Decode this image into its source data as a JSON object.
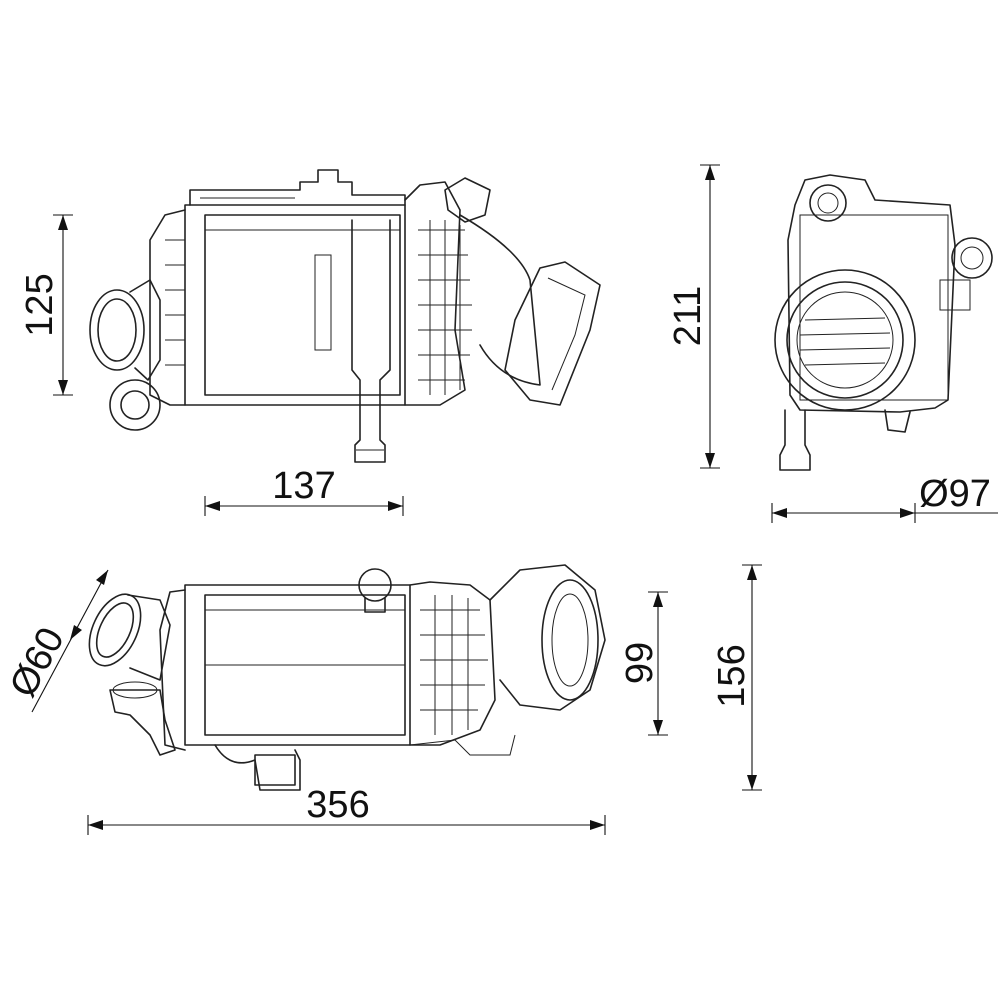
{
  "dimensions": {
    "height_side": "125",
    "width_front": "137",
    "height_end": "211",
    "diameter_end": "Ø97",
    "diameter_inlet": "Ø60",
    "height_outlet": "99",
    "height_top": "156",
    "length_total": "356"
  }
}
